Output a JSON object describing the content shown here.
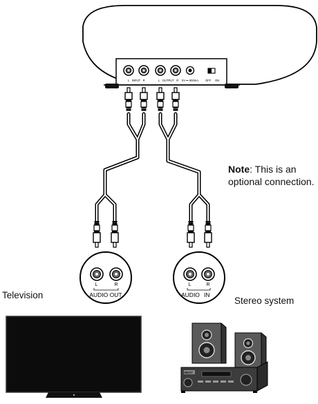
{
  "device_panel": {
    "input_label": "L   INPUT   R",
    "output_label": "L   OUTPUT   R",
    "dc_label": "5V ⎓ 600mA",
    "off_label": "OFF",
    "on_label": "ON"
  },
  "note": {
    "bold": "Note",
    "text_line1": ": This is an",
    "text_line2": "optional connection."
  },
  "left_jack": {
    "l": "L",
    "r": "R",
    "label": "AUDIO OUT"
  },
  "right_jack": {
    "l": "L",
    "r": "R",
    "label_a": "AUDIO",
    "label_b": "IN"
  },
  "television_label": "Television",
  "stereo_label": "Stereo system",
  "receiver_brand": "BEST"
}
